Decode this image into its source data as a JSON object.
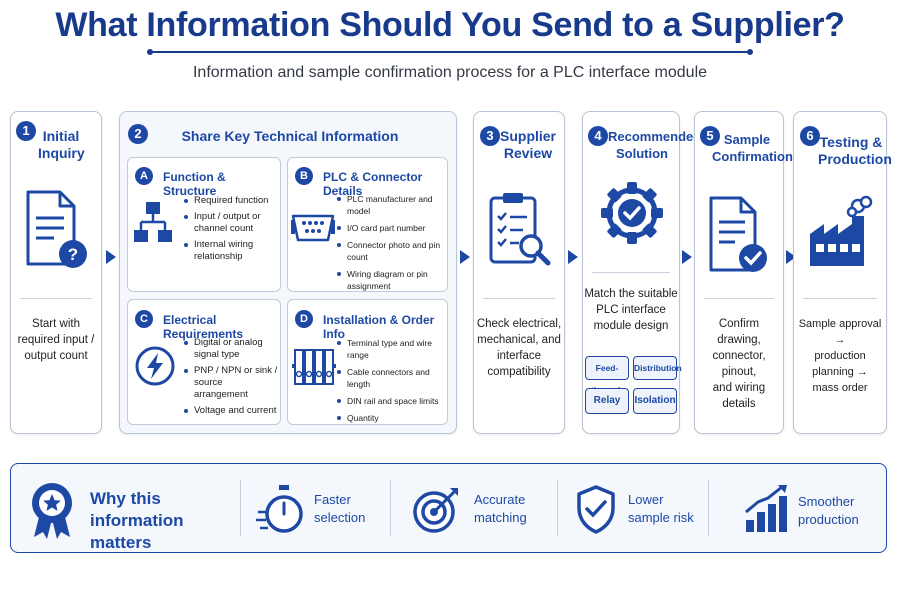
{
  "title": "What Information Should You Send to a Supplier?",
  "subtitle": "Information and sample confirmation process for a PLC interface module",
  "steps": [
    {
      "num": "1",
      "title_lines": [
        "Initial",
        "Inquiry"
      ],
      "icon": "document-question-icon",
      "desc_lines": [
        "Start with",
        "required input /",
        "output count"
      ]
    },
    {
      "num": "2",
      "title": "Share Key Technical Information"
    },
    {
      "num": "3",
      "title_lines": [
        "Supplier",
        "Review"
      ],
      "icon": "clipboard-search-icon",
      "desc_lines": [
        "Check electrical,",
        "mechanical, and",
        "interface",
        "compatibility"
      ]
    },
    {
      "num": "4",
      "title_lines": [
        "Recommended",
        "Solution"
      ],
      "icon": "gear-check-icon",
      "desc_lines": [
        "Match the suitable",
        "PLC interface",
        "module design"
      ],
      "chips": [
        "Feed-through",
        "Distribution",
        "Relay",
        "Isolation"
      ]
    },
    {
      "num": "5",
      "title_lines": [
        "Sample",
        "Confirmation"
      ],
      "icon": "document-check-icon",
      "desc_lines": [
        "Confirm drawing,",
        "connector, pinout,",
        "and wiring details"
      ]
    },
    {
      "num": "6",
      "title_lines": [
        "Testing &",
        "Production"
      ],
      "icon": "factory-icon",
      "desc_lines": [
        "Sample approval →",
        "production planning →",
        "mass order"
      ]
    }
  ],
  "subsections": [
    {
      "letter": "A",
      "title": "Function & Structure",
      "icon": "hierarchy-icon",
      "items": [
        "Required function",
        "Input / output or channel count",
        "Internal wiring relationship"
      ]
    },
    {
      "letter": "B",
      "title": "PLC & Connector Details",
      "icon": "connector-icon",
      "items": [
        "PLC manufacturer and model",
        "I/O card part number",
        "Connector photo and pin count",
        "Wiring diagram or pin assignment"
      ]
    },
    {
      "letter": "C",
      "title": "Electrical Requirements",
      "icon": "lightning-icon",
      "items": [
        "Digital or analog signal type",
        "PNP / NPN or sink / source arrangement",
        "Voltage and current"
      ]
    },
    {
      "letter": "D",
      "title": "Installation & Order Info",
      "icon": "terminal-block-icon",
      "items": [
        "Terminal type and wire range",
        "Cable connectors and length",
        "DIN rail and space limits",
        "Quantity"
      ]
    }
  ],
  "why": {
    "title_lines": [
      "Why this",
      "information matters"
    ],
    "icon": "award-badge-icon",
    "benefits": [
      {
        "icon": "stopwatch-icon",
        "lines": [
          "Faster",
          "selection"
        ]
      },
      {
        "icon": "target-icon",
        "lines": [
          "Accurate",
          "matching"
        ]
      },
      {
        "icon": "shield-check-icon",
        "lines": [
          "Lower",
          "sample risk"
        ]
      },
      {
        "icon": "growth-chart-icon",
        "lines": [
          "Smoother",
          "production"
        ]
      }
    ]
  },
  "colors": {
    "accent": "#1d49a5",
    "title": "#173a8c",
    "border": "#b9c4d6",
    "panel_bg": "#f4f7fc"
  }
}
